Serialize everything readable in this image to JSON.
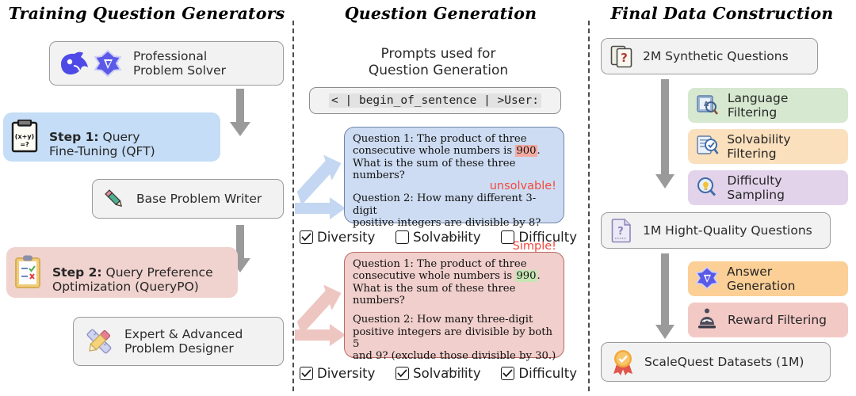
{
  "columns": [
    {
      "id": "training",
      "title": "Training Question Generators"
    },
    {
      "id": "generation",
      "title": "Question Generation"
    },
    {
      "id": "final",
      "title": "Final Data Construction"
    }
  ],
  "left": {
    "nodes": [
      {
        "name": "professional-problem-solver",
        "label": "Professional\nProblem Solver",
        "icons": [
          "deepseek-whale-icon",
          "internlm-star-icon"
        ]
      },
      {
        "name": "base-problem-writer",
        "label": "Base Problem Writer",
        "icons": [
          "pencil-icon"
        ]
      },
      {
        "name": "expert-advanced-problem-designer",
        "label": "Expert & Advanced\nProblem Designer",
        "icons": [
          "ruler-pencil-icon"
        ]
      }
    ],
    "steps": [
      {
        "name": "step-1-qft",
        "step": "Step 1:",
        "text": " Query\nFine-Tuning (QFT)",
        "color": "#c5ddf6",
        "icon": "clipboard-equation-icon"
      },
      {
        "name": "step-2-querypo",
        "step": "Step 2:",
        "text": " Query Preference\nOptimization (QueryPO)",
        "color": "#f0d2ce",
        "icon": "clipboard-checklist-icon"
      }
    ]
  },
  "middle": {
    "prompt_caption": "Prompts used for\nQuestion Generation",
    "prompt_code": "< | begin_of_sentence | >User:",
    "boxes": [
      {
        "name": "question-box-before",
        "variant": "blue",
        "highlight_color": "#f3a9a0",
        "lines": [
          {
            "parts": [
              {
                "t": "Question 1: The product of three"
              }
            ]
          },
          {
            "parts": [
              {
                "t": "consecutive whole numbers is "
              },
              {
                "t": "900",
                "hl": "red"
              },
              {
                "t": "."
              }
            ]
          },
          {
            "parts": [
              {
                "t": "What is the sum of these three numbers?"
              }
            ]
          },
          {
            "tag": "unsolvable!"
          },
          {
            "parts": [
              {
                "t": "Question 2: How many different 3-digit"
              }
            ]
          },
          {
            "parts": [
              {
                "t": "positive integers are divisible by 8?"
              }
            ]
          },
          {
            "dots": "......"
          },
          {
            "tag": "Simple!"
          }
        ]
      },
      {
        "name": "question-box-after",
        "variant": "pink",
        "highlight_color": "#c6e5b4",
        "lines": [
          {
            "parts": [
              {
                "t": "Question 1: The product of three"
              }
            ]
          },
          {
            "parts": [
              {
                "t": "consecutive whole numbers is "
              },
              {
                "t": "990",
                "hl": "green"
              },
              {
                "t": "."
              }
            ]
          },
          {
            "parts": [
              {
                "t": "What is the sum of these three numbers?"
              }
            ]
          },
          {
            "spacer": true
          },
          {
            "parts": [
              {
                "t": "Question 2: How many three-digit"
              }
            ]
          },
          {
            "parts": [
              {
                "t": "positive integers are divisible by both 5"
              }
            ]
          },
          {
            "parts": [
              {
                "t": "and 9? (exclude those divisible by 30.)"
              }
            ]
          },
          {
            "dots": "......"
          }
        ]
      }
    ],
    "checkrows": [
      {
        "name": "criteria-row-before",
        "items": [
          {
            "label": "Diversity",
            "checked": true
          },
          {
            "label": "Solvability",
            "checked": false
          },
          {
            "label": "Difficulty",
            "checked": false
          }
        ]
      },
      {
        "name": "criteria-row-after",
        "items": [
          {
            "label": "Diversity",
            "checked": true
          },
          {
            "label": "Solvability",
            "checked": true
          },
          {
            "label": "Difficulty",
            "checked": true
          }
        ]
      }
    ]
  },
  "right": {
    "nodes": [
      {
        "name": "synthetic-questions",
        "label": "2M Synthetic Questions",
        "icon": "question-cards-icon"
      },
      {
        "name": "high-quality-questions",
        "label": "1M Hight-Quality Questions",
        "icon": "question-doc-icon"
      },
      {
        "name": "scalequest-datasets",
        "label": "ScaleQuest Datasets (1M)",
        "icon": "award-ribbon-icon"
      }
    ],
    "pills": [
      {
        "name": "language-filtering",
        "label": "Language Filtering",
        "color": "#d6e8d0",
        "icon": "language-magnifier-icon"
      },
      {
        "name": "solvability-filtering",
        "label": "Solvability Filtering",
        "color": "#fbe0bd",
        "icon": "doc-check-magnifier-icon"
      },
      {
        "name": "difficulty-sampling",
        "label": "Difficulty Sampling",
        "color": "#e2d3ea",
        "icon": "bulb-magnifier-icon"
      },
      {
        "name": "answer-generation",
        "label": "Answer Generation",
        "color": "#fbcf96",
        "icon": "internlm-star-icon"
      },
      {
        "name": "reward-filtering",
        "label": "Reward Filtering",
        "color": "#f3c9c6",
        "icon": "judge-face-icon"
      }
    ]
  },
  "colors": {
    "arrow_gray": "#9a9a9a",
    "arrow_blue": "#c3d7f2",
    "arrow_pink": "#eec6c1",
    "divider": "#4d4d4d"
  }
}
